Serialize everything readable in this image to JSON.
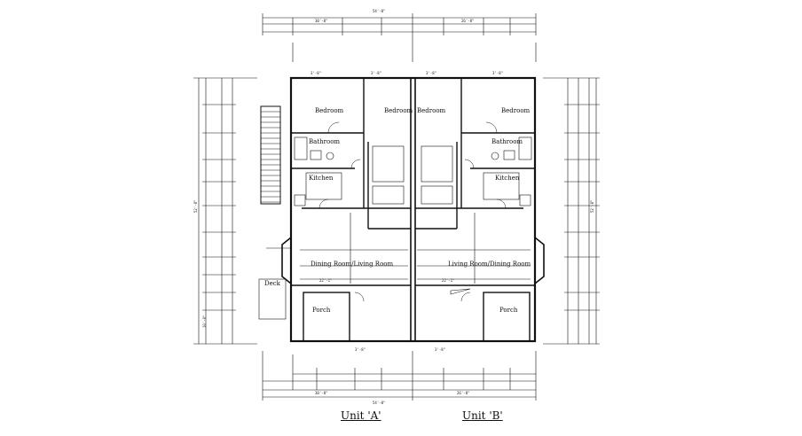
{
  "units": {
    "a_label": "Unit 'A'",
    "b_label": "Unit 'B'"
  },
  "dims": {
    "overall_width": "54'-0\"",
    "half_width": "30'-8\"",
    "half_width_b": "26'-8\"",
    "overall_depth": "52'-8\"",
    "depth_part": "10'-0\"",
    "detail": "22'-1\""
  },
  "rooms": {
    "bedroom_a": "Bedroom",
    "bedroom_a2": "Bedroom",
    "bedroom_b": "Bedroom",
    "bedroom_b2": "Bedroom",
    "bathroom_a": "Bathroom",
    "bathroom_b": "Bathroom",
    "kitchen_a": "Kitchen",
    "kitchen_b": "Kitchen",
    "dining_living_a": "Dining Room/Living Room",
    "living_dining_b": "Living Room/Dining Room",
    "porch_a": "Porch",
    "porch_b": "Porch",
    "deck": "Deck"
  },
  "colors": {
    "line": "#111111",
    "fill": "#ffffff"
  }
}
